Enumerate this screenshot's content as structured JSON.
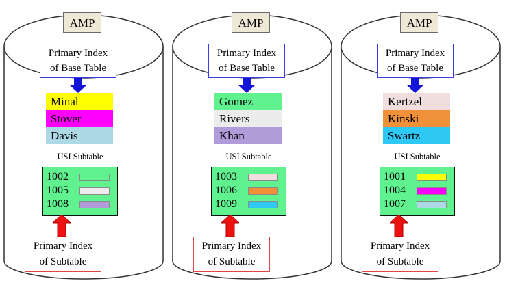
{
  "amps": [
    {
      "label": "AMP",
      "base_index_label": [
        "Primary Index",
        "of Base Table"
      ],
      "rows": [
        {
          "name": "Minal",
          "color": "#ffff00"
        },
        {
          "name": "Stover",
          "color": "#ff00ff"
        },
        {
          "name": "Davis",
          "color": "#add8e6"
        }
      ],
      "usi_title": "USI Subtable",
      "usi_rows": [
        {
          "id": "1002",
          "color": "#5ff28f"
        },
        {
          "id": "1005",
          "color": "#ececec"
        },
        {
          "id": "1008",
          "color": "#b19cd9"
        }
      ],
      "subtable_index_label": [
        "Primary Index",
        "of Subtable"
      ]
    },
    {
      "label": "AMP",
      "base_index_label": [
        "Primary Index",
        "of Base Table"
      ],
      "rows": [
        {
          "name": "Gomez",
          "color": "#5ff28f"
        },
        {
          "name": "Rivers",
          "color": "#ececec"
        },
        {
          "name": "Khan",
          "color": "#b19cd9"
        }
      ],
      "usi_title": "USI Subtable",
      "usi_rows": [
        {
          "id": "1003",
          "color": "#f0dede"
        },
        {
          "id": "1006",
          "color": "#f0913a"
        },
        {
          "id": "1009",
          "color": "#2ec8f5"
        }
      ],
      "subtable_index_label": [
        "Primary Index",
        "of Subtable"
      ]
    },
    {
      "label": "AMP",
      "base_index_label": [
        "Primary Index",
        "of Base Table"
      ],
      "rows": [
        {
          "name": "Kertzel",
          "color": "#f0dede"
        },
        {
          "name": "Kinski",
          "color": "#f0913a"
        },
        {
          "name": "Swartz",
          "color": "#2ec8f5"
        }
      ],
      "usi_title": "USI Subtable",
      "usi_rows": [
        {
          "id": "1001",
          "color": "#ffff00"
        },
        {
          "id": "1004",
          "color": "#ff00ff"
        },
        {
          "id": "1007",
          "color": "#add8e6"
        }
      ],
      "subtable_index_label": [
        "Primary Index",
        "of Subtable"
      ]
    }
  ]
}
